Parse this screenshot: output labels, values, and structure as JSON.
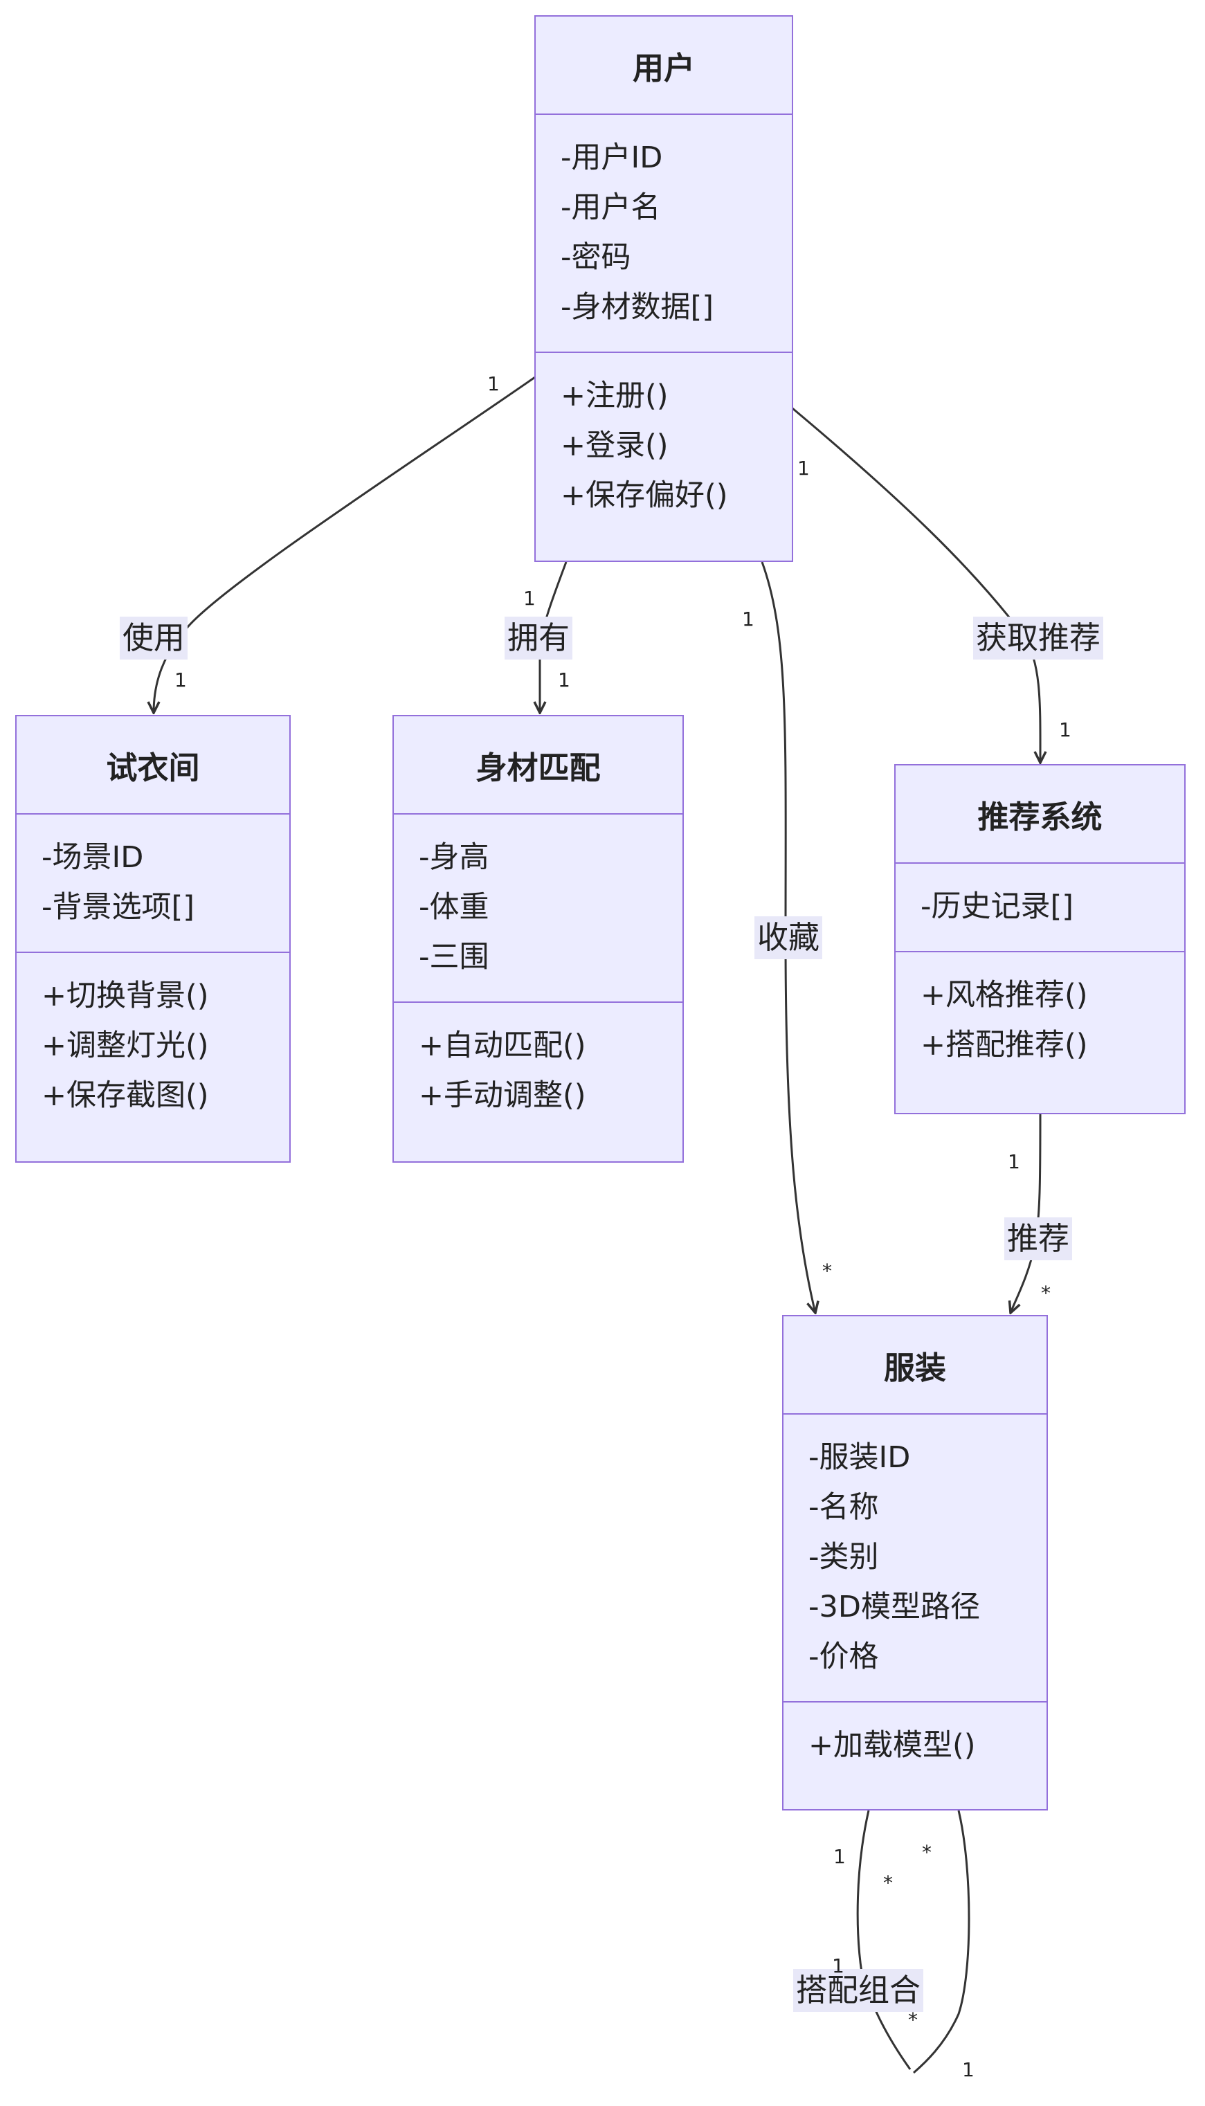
{
  "classes": {
    "user": {
      "title": "用户",
      "attributes": [
        "-用户ID",
        "-用户名",
        "-密码",
        "-身材数据[]"
      ],
      "methods": [
        "+注册()",
        "+登录()",
        "+保存偏好()"
      ]
    },
    "fitting_room": {
      "title": "试衣间",
      "attributes": [
        "-场景ID",
        "-背景选项[]"
      ],
      "methods": [
        "+切换背景()",
        "+调整灯光()",
        "+保存截图()"
      ]
    },
    "body_match": {
      "title": "身材匹配",
      "attributes": [
        "-身高",
        "-体重",
        "-三围"
      ],
      "methods": [
        "+自动匹配()",
        "+手动调整()"
      ]
    },
    "recommender": {
      "title": "推荐系统",
      "attributes": [
        "-历史记录[]"
      ],
      "methods": [
        "+风格推荐()",
        "+搭配推荐()"
      ]
    },
    "clothing": {
      "title": "服装",
      "attributes": [
        "-服装ID",
        "-名称",
        "-类别",
        "-3D模型路径",
        "-价格"
      ],
      "methods": [
        "+加载模型()"
      ]
    }
  },
  "relations": {
    "uses": {
      "label": "使用",
      "from_mult": "1",
      "to_mult": "1"
    },
    "owns": {
      "label": "拥有",
      "from_mult": "1",
      "to_mult": "1"
    },
    "favorites": {
      "label": "收藏",
      "from_mult": "1",
      "to_mult": "*"
    },
    "gets_recommendation": {
      "label": "获取推荐",
      "from_mult": "1",
      "to_mult": "1"
    },
    "recommends": {
      "label": "推荐",
      "from_mult": "1",
      "to_mult": "*"
    },
    "outfit": {
      "label": "搭配组合",
      "mults": [
        "1",
        "*",
        "*",
        "1",
        "*",
        "1"
      ]
    }
  },
  "colors": {
    "fill": "#ececff",
    "stroke": "#9370db",
    "edge": "#333333",
    "label_bg": "#e8e8f8"
  }
}
